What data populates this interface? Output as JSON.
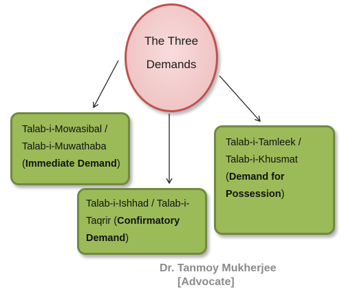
{
  "center": {
    "label": "The Three Demands"
  },
  "nodes": {
    "left": {
      "line1": "Talab-i-Mowasibal /",
      "line2": "Talab-i-Muwathaba",
      "paren_open": "(",
      "bold": "Immediate Demand",
      "paren_close": ")"
    },
    "middle": {
      "line1": "Talab-i-Ishhad / Talab-i-",
      "line2_plain": "Taqrir (",
      "line2_bold": "Confirmatory",
      "line3_bold": "Demand",
      "paren_close": ")"
    },
    "right": {
      "line1": "Talab-i-Tamleek /",
      "line2": "Talab-i-Khusmat",
      "paren_open": "(",
      "bold1": "Demand for",
      "bold2": "Possession",
      "paren_close": ")"
    }
  },
  "credit": {
    "name": "Dr. Tanmoy Mukherjee",
    "role": "[Advocate]"
  },
  "colors": {
    "circle_fill": "#f0c5c5",
    "circle_border": "#c0504d",
    "box_fill": "#9bbb59",
    "box_border": "#71893f",
    "credit_text": "#8b8b8b"
  }
}
